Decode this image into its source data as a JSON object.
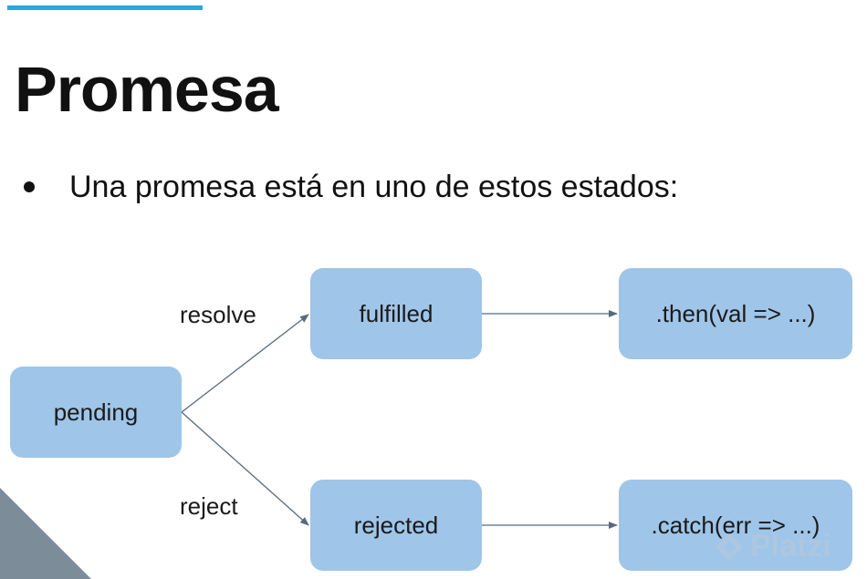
{
  "slide": {
    "title": "Promesa",
    "bullet": "Una promesa está en uno de estos estados:"
  },
  "diagram": {
    "nodes": {
      "pending": "pending",
      "fulfilled": "fulfilled",
      "rejected": "rejected",
      "then": ".then(val => ...)",
      "catch": ".catch(err => ...)"
    },
    "edges": {
      "resolve": "resolve",
      "reject": "reject"
    },
    "colors": {
      "node_fill": "#9fc5e8",
      "arrow": "#5a6a7a",
      "accent": "#29a7e0"
    }
  },
  "branding": {
    "watermark": "Platzi",
    "icon": "platzi-logo-icon"
  }
}
